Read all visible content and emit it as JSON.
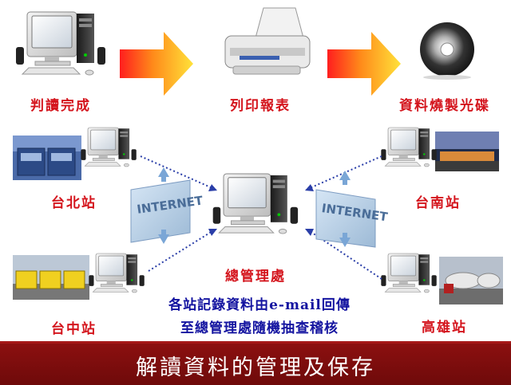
{
  "top_row": {
    "step1": "判讀完成",
    "step2": "列印報表",
    "step3": "資料燒製光碟"
  },
  "stations": {
    "taipei": "台北站",
    "taichung": "台中站",
    "tainan": "台南站",
    "kaohsiung": "高雄站"
  },
  "center": {
    "title": "總管理處",
    "note_line1": "各站記錄資料由e-mail回傳",
    "note_line2": "至總管理處隨機抽查稽核"
  },
  "internet_label": "INTERNET",
  "banner_title": "解讀資料的管理及保存",
  "colors": {
    "label_red": "#d4141c",
    "label_blue": "#1414a0",
    "banner": "#7a0c0c",
    "arrow_gradient": [
      "#f0a020",
      "#e02020"
    ]
  }
}
